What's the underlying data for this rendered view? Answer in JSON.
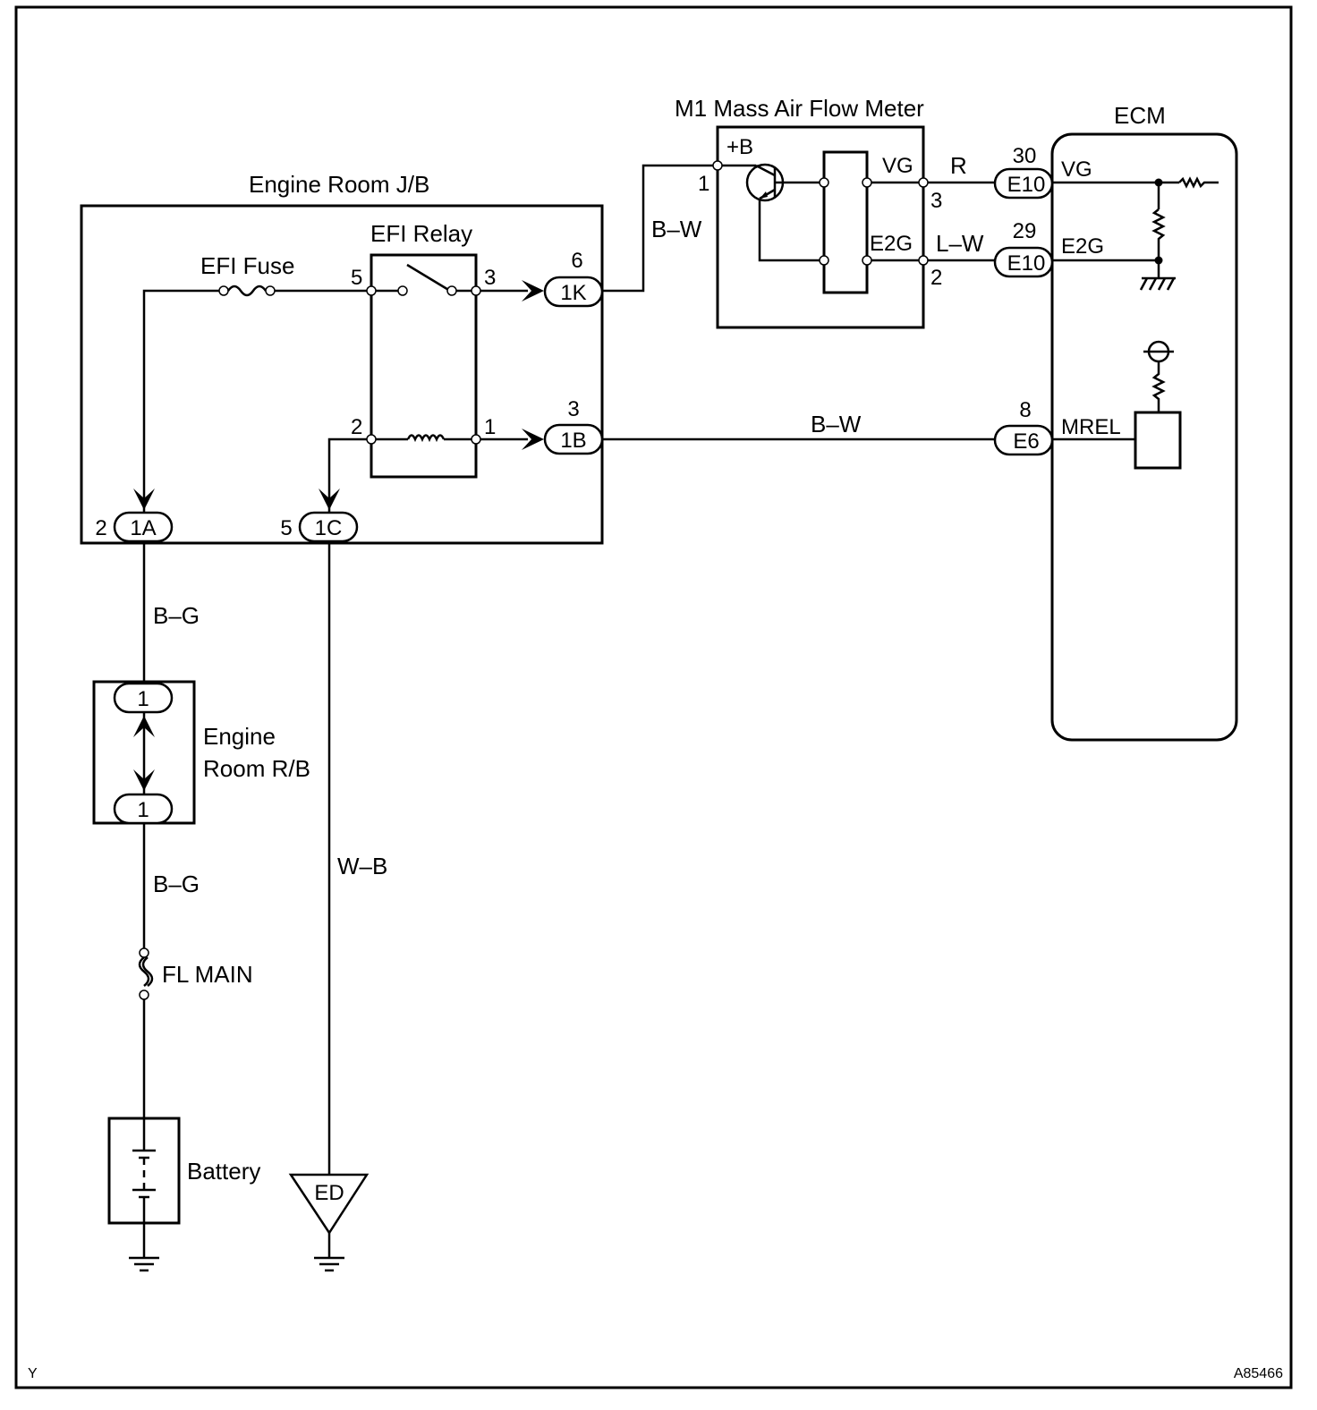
{
  "components": {
    "mass_air_flow_meter": "M1 Mass Air Flow Meter",
    "ecm": "ECM",
    "engine_room_jb": "Engine Room J/B",
    "efi_relay": "EFI Relay",
    "efi_fuse": "EFI Fuse",
    "engine_room_rb_line1": "Engine",
    "engine_room_rb_line2": "Room R/B",
    "fl_main": "FL MAIN",
    "battery": "Battery",
    "ground_ed": "ED"
  },
  "maf_terminals": {
    "plus_b": "+B",
    "vg": "VG",
    "e2g": "E2G",
    "pin_plus_b": "1",
    "pin_vg": "3",
    "pin_e2g": "2"
  },
  "ecm_terminals": {
    "vg": "VG",
    "e2g": "E2G",
    "mrel": "MREL"
  },
  "connectors": {
    "e10_vg": {
      "id": "E10",
      "pin": "30"
    },
    "e10_e2g": {
      "id": "E10",
      "pin": "29"
    },
    "e6": {
      "id": "E6",
      "pin": "8"
    },
    "jb_1k": {
      "id": "1K",
      "pin": "6"
    },
    "jb_1b": {
      "id": "1B",
      "pin": "3"
    },
    "jb_1a": {
      "id": "1A",
      "pin": "2"
    },
    "jb_1c": {
      "id": "1C",
      "pin": "5"
    },
    "rb_top": {
      "id": "1"
    },
    "rb_bottom": {
      "id": "1"
    }
  },
  "relay_pins": {
    "p5": "5",
    "p3": "3",
    "p2": "2",
    "p1": "1"
  },
  "wires": {
    "b_w_upper": "B–W",
    "r": "R",
    "l_w": "L–W",
    "b_w_lower": "B–W",
    "b_g_upper": "B–G",
    "b_g_lower": "B–G",
    "w_b": "W–B"
  },
  "footer": {
    "left": "Y",
    "right": "A85466"
  }
}
